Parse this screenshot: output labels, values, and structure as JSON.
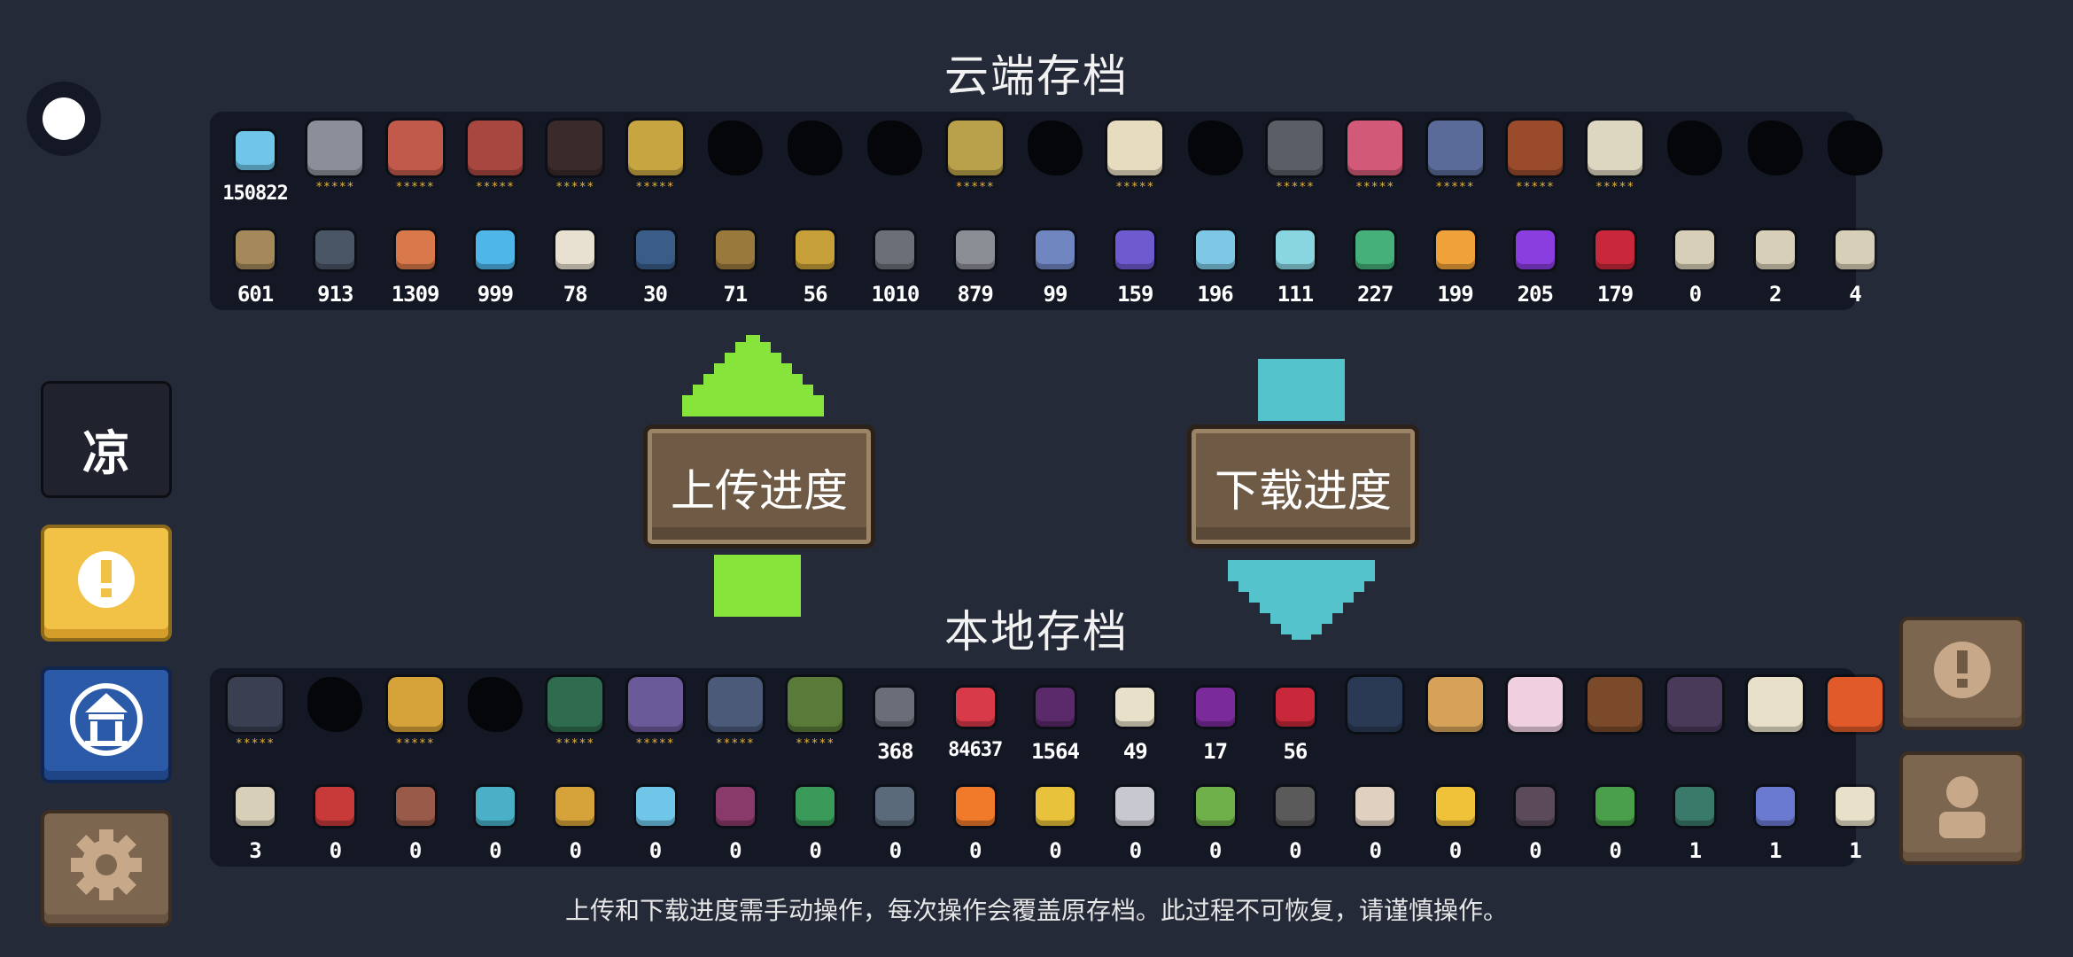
{
  "colors": {
    "background": "#252a38",
    "panel": "#141824",
    "upload_arrow": "#86e43a",
    "download_arrow": "#55c3cc",
    "star": "#e9b53a",
    "wood_button": "#6e5a45"
  },
  "cloud": {
    "title": "云端存档",
    "top_row": [
      {
        "icon": "gem-stack-icon",
        "color": "#6fc6e8",
        "value": "150822",
        "stars": ""
      },
      {
        "icon": "knight-icon",
        "color": "#8a8f99",
        "value": "",
        "stars": "*****"
      },
      {
        "icon": "rogue-icon",
        "color": "#c15a4b",
        "value": "",
        "stars": "*****"
      },
      {
        "icon": "witch-icon",
        "color": "#a8473f",
        "value": "",
        "stars": "*****"
      },
      {
        "icon": "assassin-icon",
        "color": "#3a2a2a",
        "value": "",
        "stars": "*****"
      },
      {
        "icon": "engineer-icon",
        "color": "#c7a641",
        "value": "",
        "stars": "*****"
      },
      {
        "icon": "locked-hero-icon",
        "color": "",
        "value": "",
        "stars": ""
      },
      {
        "icon": "locked-hero-icon",
        "color": "",
        "value": "",
        "stars": ""
      },
      {
        "icon": "locked-hero-icon",
        "color": "",
        "value": "",
        "stars": ""
      },
      {
        "icon": "elf-icon",
        "color": "#b9a04a",
        "value": "",
        "stars": "*****"
      },
      {
        "icon": "locked-hero-icon",
        "color": "",
        "value": "",
        "stars": ""
      },
      {
        "icon": "priestess-icon",
        "color": "#e8dcc0",
        "value": "",
        "stars": "*****"
      },
      {
        "icon": "locked-hero-icon",
        "color": "",
        "value": "",
        "stars": ""
      },
      {
        "icon": "robot-icon",
        "color": "#5a5e66",
        "value": "",
        "stars": "*****"
      },
      {
        "icon": "vampire-icon",
        "color": "#d25a78",
        "value": "",
        "stars": "*****"
      },
      {
        "icon": "werewolf-icon",
        "color": "#5b6b99",
        "value": "",
        "stars": "*****"
      },
      {
        "icon": "paladin-icon",
        "color": "#9a4b2c",
        "value": "",
        "stars": "*****"
      },
      {
        "icon": "taoist-icon",
        "color": "#ddd6c0",
        "value": "",
        "stars": "*****"
      },
      {
        "icon": "locked-hero-icon",
        "color": "",
        "value": "",
        "stars": ""
      },
      {
        "icon": "locked-hero-icon",
        "color": "",
        "value": "",
        "stars": ""
      },
      {
        "icon": "locked-hero-icon",
        "color": "",
        "value": "",
        "stars": ""
      }
    ],
    "bottom_row": [
      {
        "icon": "seed-icon",
        "color": "#a48a5a",
        "value": "601"
      },
      {
        "icon": "battery-icon",
        "color": "#4a5566",
        "value": "913"
      },
      {
        "icon": "ore-icon",
        "color": "#d9784a",
        "value": "1309"
      },
      {
        "icon": "energy-orb-icon",
        "color": "#4fb6e8",
        "value": "999"
      },
      {
        "icon": "sack-icon",
        "color": "#e8e0d0",
        "value": "78"
      },
      {
        "icon": "feather-orb-icon",
        "color": "#3a5d88",
        "value": "30"
      },
      {
        "icon": "hammer-icon",
        "color": "#9a7a3c",
        "value": "71"
      },
      {
        "icon": "horn-icon",
        "color": "#c8a03a",
        "value": "56"
      },
      {
        "icon": "gear-part-icon",
        "color": "#6b6f77",
        "value": "1010"
      },
      {
        "icon": "stone-icon",
        "color": "#8a8d94",
        "value": "879"
      },
      {
        "icon": "cloth-icon",
        "color": "#6f86c0",
        "value": "99"
      },
      {
        "icon": "crystal-icon",
        "color": "#6f5ad0",
        "value": "159"
      },
      {
        "icon": "crystal-icon",
        "color": "#7ec8e6",
        "value": "196"
      },
      {
        "icon": "crystal-icon",
        "color": "#8ad6e0",
        "value": "111"
      },
      {
        "icon": "crystal-icon",
        "color": "#45b07a",
        "value": "227"
      },
      {
        "icon": "crystal-icon",
        "color": "#f0a23a",
        "value": "199"
      },
      {
        "icon": "crystal-icon",
        "color": "#8a3ee0",
        "value": "205"
      },
      {
        "icon": "crystal-icon",
        "color": "#c8283a",
        "value": "179"
      },
      {
        "icon": "scroll-icon",
        "color": "#d8cfb8",
        "value": "0"
      },
      {
        "icon": "scroll-icon",
        "color": "#d8cfb8",
        "value": "2"
      },
      {
        "icon": "scroll-icon",
        "color": "#d8cfb8",
        "value": "4"
      }
    ]
  },
  "local": {
    "title": "本地存档",
    "top_row": [
      {
        "icon": "dark-hero-icon",
        "color": "#3a3f52",
        "value": "",
        "stars": "*****"
      },
      {
        "icon": "locked-hero-icon",
        "color": "",
        "value": "",
        "stars": ""
      },
      {
        "icon": "miner-icon",
        "color": "#d6a23a",
        "value": "",
        "stars": "*****"
      },
      {
        "icon": "locked-hero-icon",
        "color": "",
        "value": "",
        "stars": ""
      },
      {
        "icon": "chest-icon",
        "color": "#2f6b4f",
        "value": "",
        "stars": "*****"
      },
      {
        "icon": "book-icon",
        "color": "#6b5a9a",
        "value": "",
        "stars": "*****"
      },
      {
        "icon": "pot-icon",
        "color": "#4a5a78",
        "value": "",
        "stars": "*****"
      },
      {
        "icon": "plant-icon",
        "color": "#5a7a3a",
        "value": "",
        "stars": "*****"
      },
      {
        "icon": "gun-icon",
        "color": "#6a6e78",
        "value": "368",
        "stars": ""
      },
      {
        "icon": "slime-icon",
        "color": "#d83a4a",
        "value": "84637",
        "stars": ""
      },
      {
        "icon": "boss-icon",
        "color": "#5a2a6a",
        "value": "1564",
        "stars": ""
      },
      {
        "icon": "card-icon",
        "color": "#e8e0c8",
        "value": "49",
        "stars": ""
      },
      {
        "icon": "demon-mask-icon",
        "color": "#7a2a9a",
        "value": "17",
        "stars": ""
      },
      {
        "icon": "demon-mask-icon",
        "color": "#c8283a",
        "value": "56",
        "stars": ""
      },
      {
        "icon": "cat-icon",
        "color": "#2a3a55",
        "value": "",
        "stars": ""
      },
      {
        "icon": "dog-icon",
        "color": "#d6a25a",
        "value": "",
        "stars": ""
      },
      {
        "icon": "bunny-icon",
        "color": "#f0d0e0",
        "value": "",
        "stars": ""
      },
      {
        "icon": "stick-icon",
        "color": "#7a4a2a",
        "value": "",
        "stars": ""
      },
      {
        "icon": "bat-icon",
        "color": "#4a3a5a",
        "value": "",
        "stars": ""
      },
      {
        "icon": "panda-icon",
        "color": "#e8e0c8",
        "value": "",
        "stars": ""
      },
      {
        "icon": "fire-pet-icon",
        "color": "#e05a2a",
        "value": "",
        "stars": ""
      }
    ],
    "bottom_row": [
      {
        "icon": "scroll-icon",
        "color": "#d8cfb8",
        "value": "3"
      },
      {
        "icon": "tv-icon",
        "color": "#c83a3a",
        "value": "0"
      },
      {
        "icon": "shelf-icon",
        "color": "#9a5a4a",
        "value": "0"
      },
      {
        "icon": "furnace-icon",
        "color": "#4ab0c8",
        "value": "0"
      },
      {
        "icon": "painting-icon",
        "color": "#d6a23a",
        "value": "0"
      },
      {
        "icon": "fish-icon",
        "color": "#6fc6e8",
        "value": "0"
      },
      {
        "icon": "machine-icon",
        "color": "#8a3a6a",
        "value": "0"
      },
      {
        "icon": "turret-icon",
        "color": "#3a9a5a",
        "value": "0"
      },
      {
        "icon": "tablet-icon",
        "color": "#5a6a7a",
        "value": "0"
      },
      {
        "icon": "carrot-icon",
        "color": "#f07a2a",
        "value": "0"
      },
      {
        "icon": "totem-icon",
        "color": "#e8c23a",
        "value": "0"
      },
      {
        "icon": "spike-gear-icon",
        "color": "#c8c8d0",
        "value": "0"
      },
      {
        "icon": "flower-icon",
        "color": "#6fb04a",
        "value": "0"
      },
      {
        "icon": "robot-head-icon",
        "color": "#5a5a5a",
        "value": "0"
      },
      {
        "icon": "jar-icon",
        "color": "#e0d0c0",
        "value": "0"
      },
      {
        "icon": "moon-icon",
        "color": "#f0c23a",
        "value": "0"
      },
      {
        "icon": "box-machine-icon",
        "color": "#5a4a5a",
        "value": "0"
      },
      {
        "icon": "block-icon",
        "color": "#4aa04a",
        "value": "0"
      },
      {
        "icon": "rune-stone-icon",
        "color": "#3a7a6a",
        "value": "1"
      },
      {
        "icon": "flag-icon",
        "color": "#6a7ad0",
        "value": "1"
      },
      {
        "icon": "horn-creature-icon",
        "color": "#e8e0c8",
        "value": "1"
      }
    ]
  },
  "actions": {
    "upload_label": "上传进度",
    "download_label": "下载进度"
  },
  "sidebar": {
    "cool_label": "凉"
  },
  "notice": "上传和下载进度需手动操作，每次操作会覆盖原存档。此过程不可恢复，请谨慎操作。"
}
